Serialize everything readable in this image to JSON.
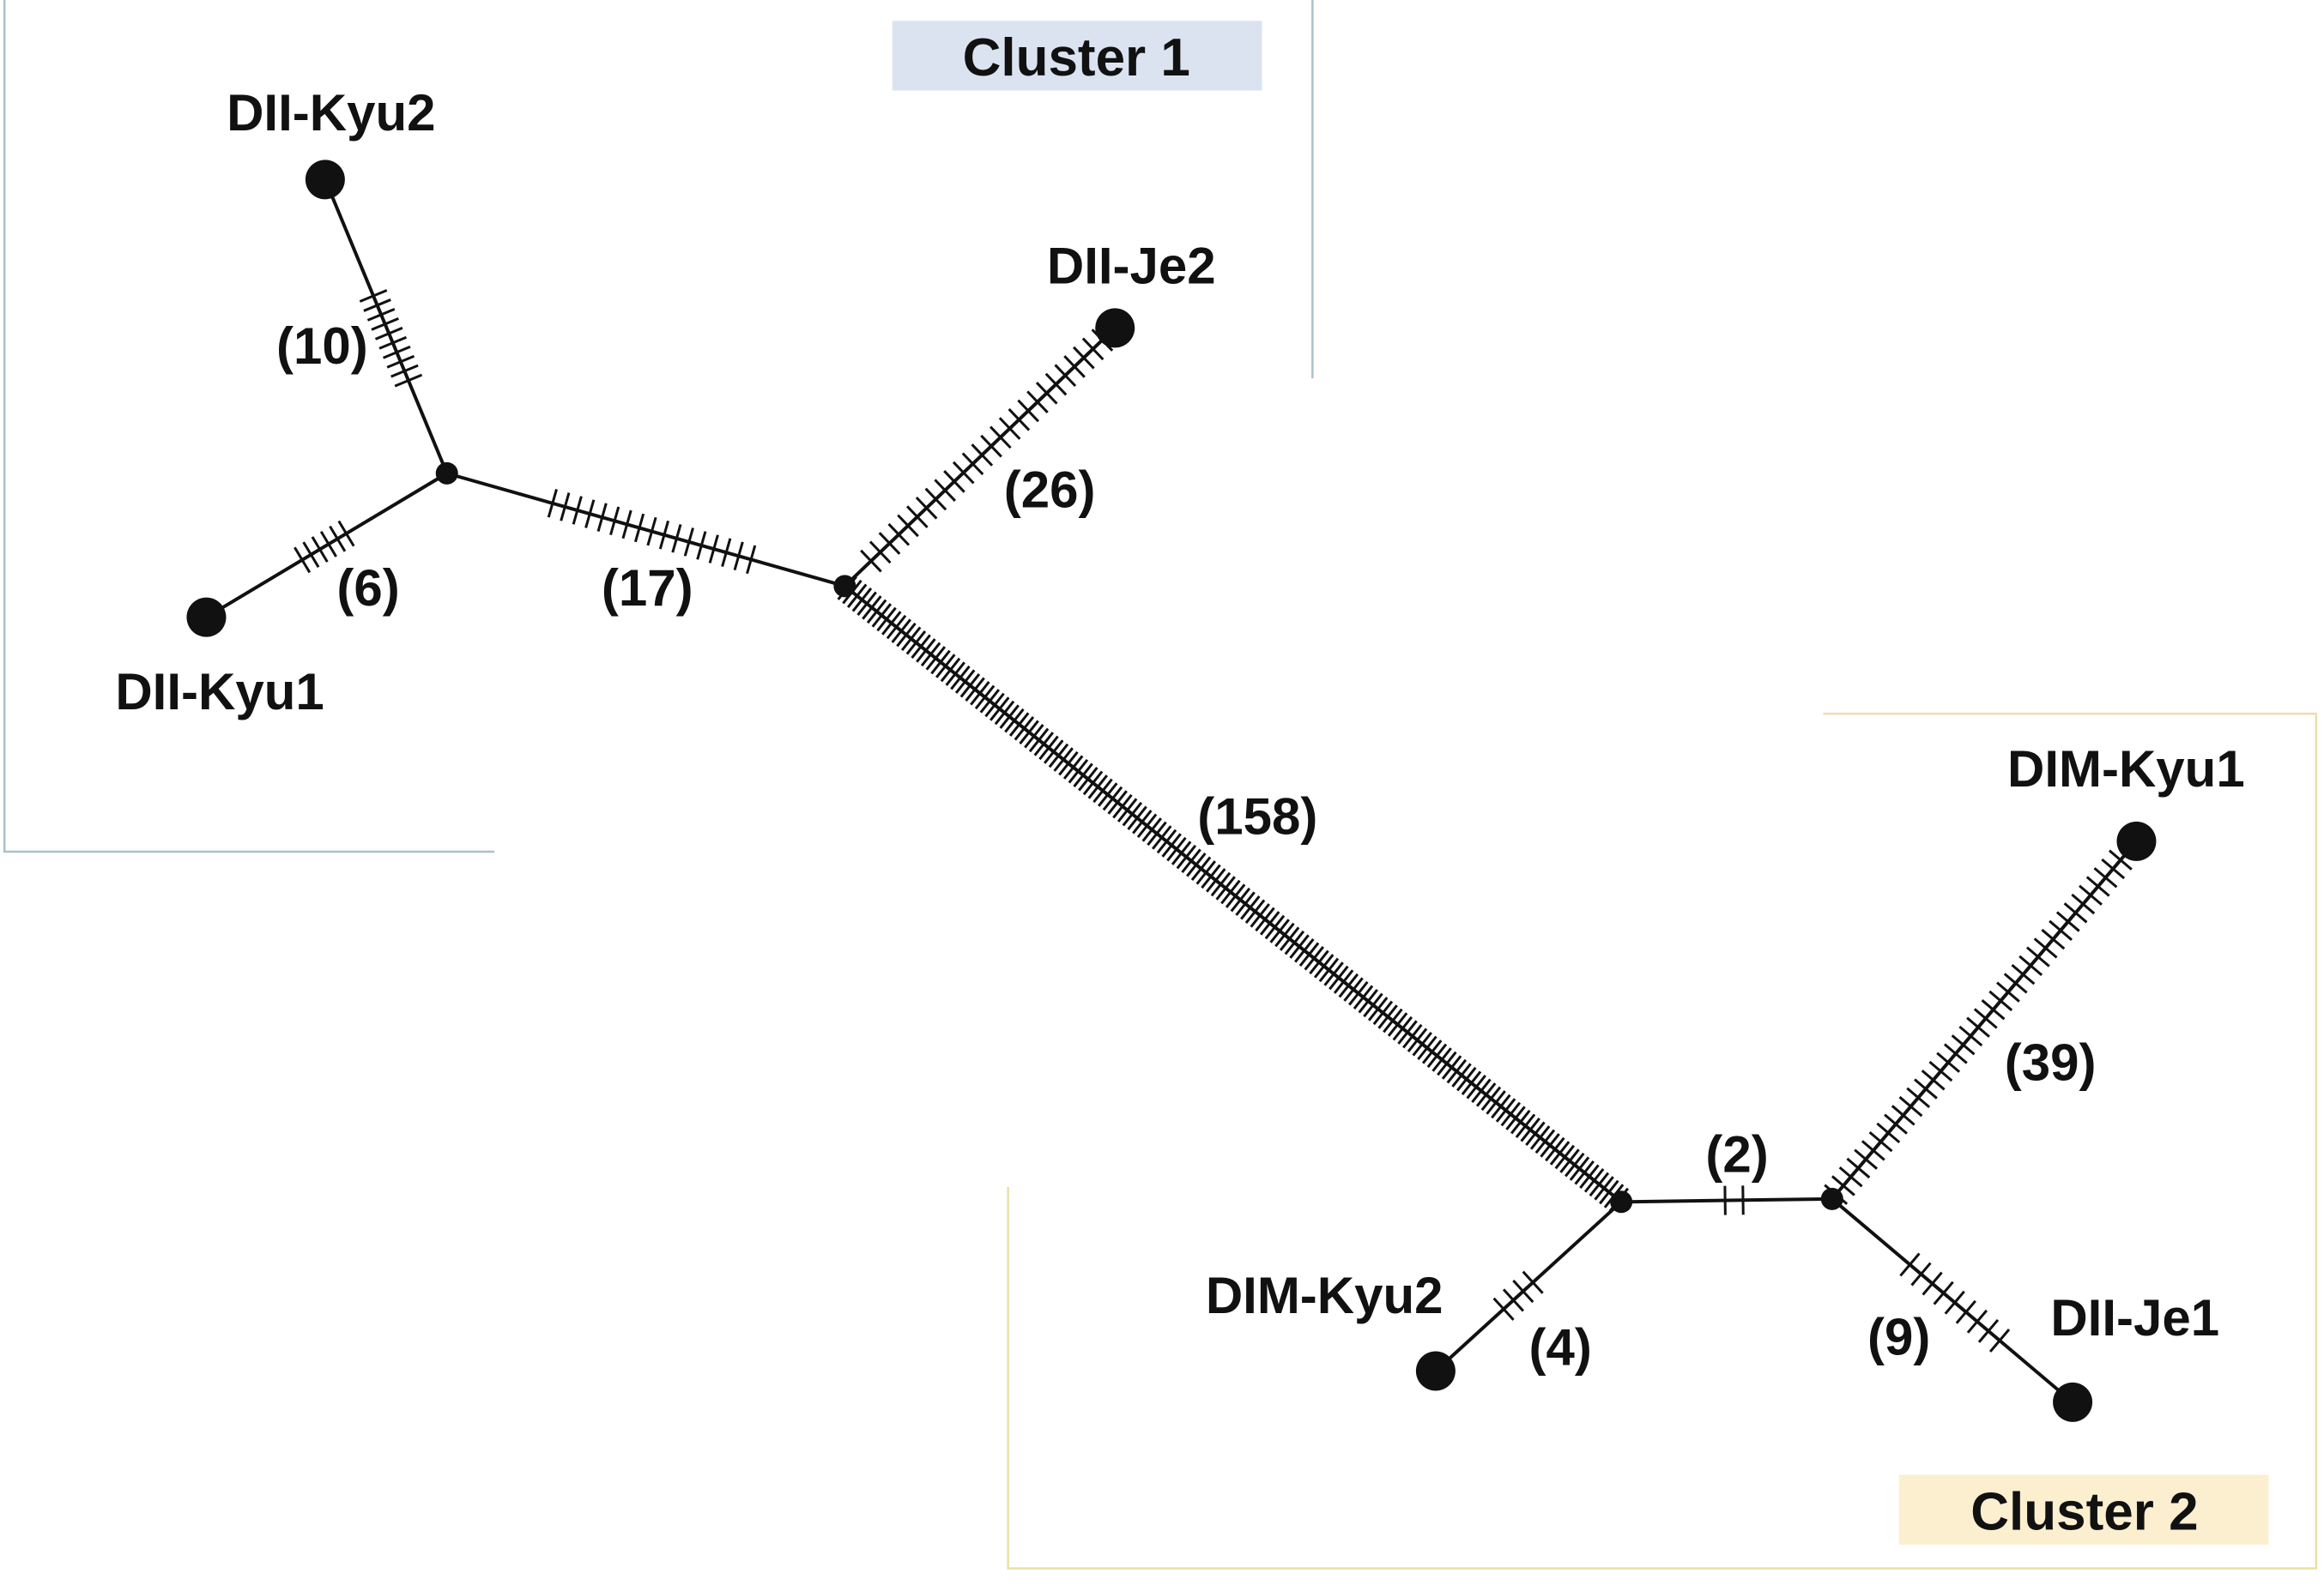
{
  "clusters": [
    {
      "id": "c1",
      "label": "Cluster 1",
      "label_bg": "#dbe3f1",
      "border": "#a9c1cc"
    },
    {
      "id": "c2",
      "label": "Cluster 2",
      "label_bg": "#fcefcf",
      "border": "#eadfa6"
    }
  ],
  "nodes": [
    {
      "id": "dii-kyu2",
      "label": "DII-Kyu2",
      "type": "sample"
    },
    {
      "id": "dii-kyu1",
      "label": "DII-Kyu1",
      "type": "sample"
    },
    {
      "id": "dii-je2",
      "label": "DII-Je2",
      "type": "sample"
    },
    {
      "id": "dim-kyu1",
      "label": "DIM-Kyu1",
      "type": "sample"
    },
    {
      "id": "dim-kyu2",
      "label": "DIM-Kyu2",
      "type": "sample"
    },
    {
      "id": "dii-je1",
      "label": "DII-Je1",
      "type": "sample"
    },
    {
      "id": "v1",
      "label": "",
      "type": "median"
    },
    {
      "id": "v2",
      "label": "",
      "type": "median"
    },
    {
      "id": "v3",
      "label": "",
      "type": "median"
    },
    {
      "id": "v4",
      "label": "",
      "type": "median"
    }
  ],
  "edges": [
    {
      "id": "e-kyu2",
      "from": "v1",
      "to": "dii-kyu2",
      "mutations": 10,
      "label": "(10)"
    },
    {
      "id": "e-kyu1",
      "from": "v1",
      "to": "dii-kyu1",
      "mutations": 6,
      "label": "(6)"
    },
    {
      "id": "e-v1v2",
      "from": "v1",
      "to": "v2",
      "mutations": 17,
      "label": "(17)"
    },
    {
      "id": "e-je2",
      "from": "v2",
      "to": "dii-je2",
      "mutations": 26,
      "label": "(26)"
    },
    {
      "id": "e-v2v3",
      "from": "v2",
      "to": "v3",
      "mutations": 158,
      "label": "(158)"
    },
    {
      "id": "e-v3v4",
      "from": "v3",
      "to": "v4",
      "mutations": 2,
      "label": "(2)"
    },
    {
      "id": "e-dimkyu2",
      "from": "v3",
      "to": "dim-kyu2",
      "mutations": 4,
      "label": "(4)"
    },
    {
      "id": "e-dimkyu1",
      "from": "v4",
      "to": "dim-kyu1",
      "mutations": 39,
      "label": "(39)"
    },
    {
      "id": "e-je1",
      "from": "v4",
      "to": "dii-je1",
      "mutations": 9,
      "label": "(9)"
    }
  ]
}
